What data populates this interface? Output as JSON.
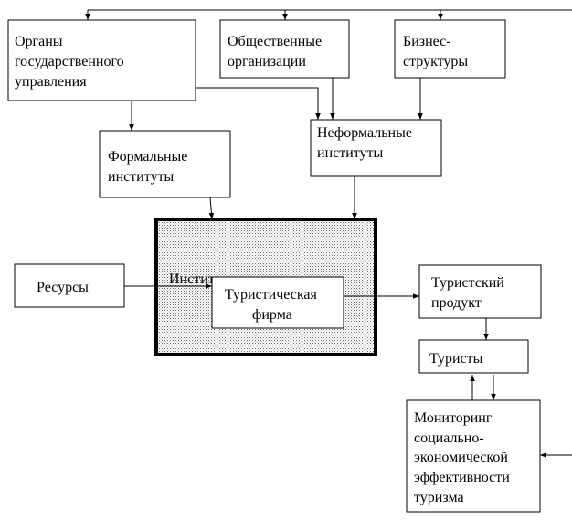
{
  "diagram": {
    "boxes": {
      "gov": {
        "lines": [
          "Органы",
          "государственного",
          "управления"
        ]
      },
      "public": {
        "lines": [
          "Общественные",
          "организации"
        ]
      },
      "business": {
        "lines": [
          "Бизнес-",
          "структуры"
        ]
      },
      "formal": {
        "lines": [
          "Формальные",
          "институты"
        ]
      },
      "informal": {
        "lines": [
          "Неформальные",
          "институты"
        ]
      },
      "resources": {
        "lines": [
          "Ресурсы"
        ]
      },
      "env_label": "Институциональная среда",
      "firm": {
        "lines": [
          "Туристическая",
          "фирма"
        ]
      },
      "product": {
        "lines": [
          "Туристский",
          "продукт"
        ]
      },
      "tourists": {
        "lines": [
          "Туристы"
        ]
      },
      "monitoring": {
        "lines": [
          "Мониторинг",
          "социально-",
          "экономической",
          "эффективности",
          "туризма"
        ]
      }
    }
  }
}
